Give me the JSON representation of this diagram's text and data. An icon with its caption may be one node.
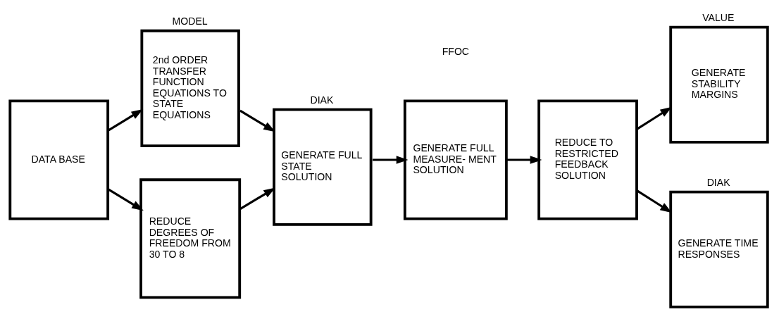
{
  "diagram": {
    "nodes": [
      {
        "text": [
          "DATA BASE"
        ]
      },
      {
        "text": [
          "MODEL",
          "2nd ORDER TRANSFER FUNCTION EQUATIONS TO STATE EQUATIONS"
        ]
      },
      {
        "text": [
          "DIAK",
          "GENERATE FULL STATE SOLUTION"
        ]
      },
      {
        "text": [
          "GENERATE FULL MEASURE- MENT SOLUTION"
        ]
      },
      {
        "text": [
          "REDUCE TO RESTRICTED FEEDBACK SOLUTION"
        ]
      },
      {
        "text": [
          "VALUE",
          "GENERATE STABILITY MARGINS"
        ]
      },
      {
        "text": [
          "REDUCE DEGREES OF FREEDOM FROM 30 TO 8"
        ]
      },
      {
        "text": [
          "DIAK",
          "GENERATE TIME RESPONSES"
        ]
      }
    ],
    "edges": [
      {
        "from": 0,
        "to": 1,
        "arrow": "to"
      },
      {
        "from": 0,
        "to": 6,
        "arrow": "to"
      },
      {
        "from": 1,
        "to": 2,
        "arrow": "to"
      },
      {
        "from": 6,
        "to": 2,
        "arrow": "to"
      },
      {
        "from": 2,
        "to": 3,
        "arrow": "to"
      },
      {
        "from": 3,
        "to": 4,
        "arrow": "to"
      },
      {
        "from": 4,
        "to": 5,
        "arrow": "to"
      },
      {
        "from": 4,
        "to": 7,
        "arrow": "to"
      }
    ],
    "labels": [
      "FFOC"
    ]
  }
}
